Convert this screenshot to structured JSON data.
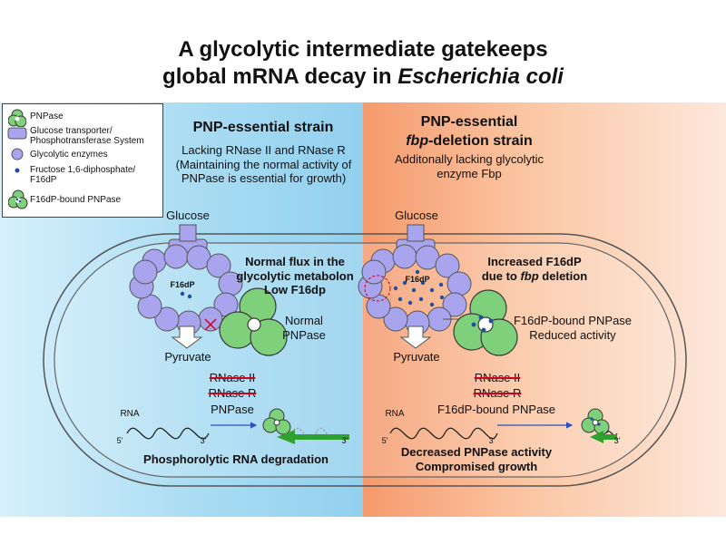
{
  "title": {
    "line1": "A glycolytic intermediate gatekeeps",
    "line2_prefix": "global mRNA decay in ",
    "line2_italic": "Escherichia coli"
  },
  "legend": {
    "pnpase": "PNPase",
    "transporter": "Glucose transporter/ Phosphotransferase System",
    "enzymes": "Glycolytic enzymes",
    "f16dp": "Fructose 1,6-diphosphate/ F16dP",
    "bound": "F16dP-bound PNPase"
  },
  "left": {
    "heading": "PNP-essential strain",
    "desc": "Lacking RNase II and RNase R (Maintaining the normal activity of PNPase is essential for growth)",
    "glucose": "Glucose",
    "flux": "Normal flux in the glycolytic metabolon Low F16dp",
    "f16dp_label": "F16dP",
    "pnpase_label": "Normal PNPase",
    "pyruvate": "Pyruvate",
    "rnase2": "RNase II",
    "rnaser": "RNase R",
    "pnpase": "PNPase",
    "rna": "RNA",
    "five": "5'",
    "three": "3'",
    "footer": "Phosphorolytic RNA degradation"
  },
  "right": {
    "heading_line1": "PNP-essential",
    "heading_italic": "fbp",
    "heading_rest": "-deletion strain",
    "desc": "Additonally lacking glycolytic enzyme Fbp",
    "glucose": "Glucose",
    "increased_line1": "Increased F16dP",
    "increased_prefix": "due to ",
    "increased_italic": "fbp",
    "increased_suffix": " deletion",
    "f16dp_label": "F16dP",
    "bound_label": "F16dP-bound PNPase Reduced activity",
    "pyruvate": "Pyruvate",
    "rnase2": "RNase II",
    "rnaser": "RNase R",
    "bound_pnpase": "F16dP-bound PNPase",
    "rna": "RNA",
    "five": "5'",
    "three": "3'",
    "footer_line1": "Decreased PNPase activity",
    "footer_line2": "Compromised growth"
  },
  "colors": {
    "pnpase_green": "#7ed07a",
    "enzyme_purple": "#a9a4ee",
    "f16dp_blue": "#1f4fa0",
    "arrow_green": "#2ea12e",
    "strike_red": "#d0021b"
  }
}
